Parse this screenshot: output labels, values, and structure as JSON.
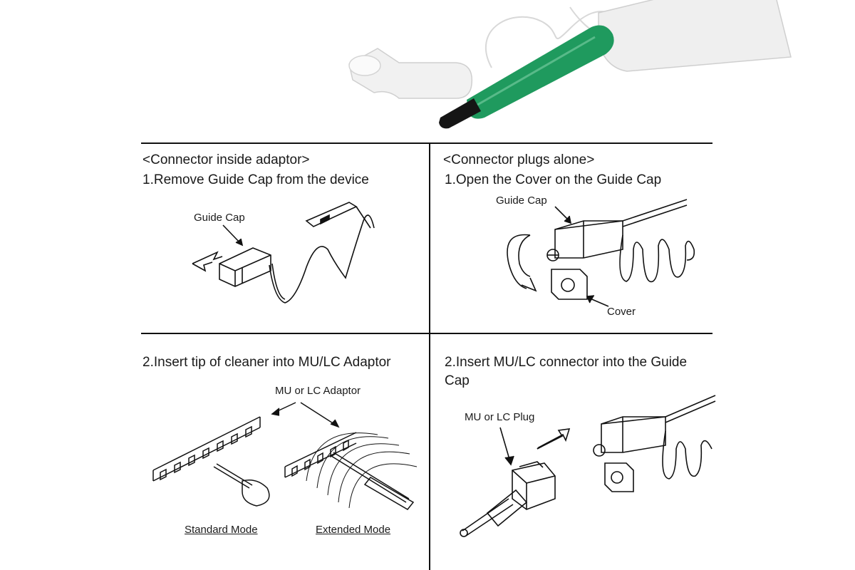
{
  "panels": {
    "top_left": {
      "heading": "<Connector inside adaptor>",
      "step": "1.Remove Guide Cap from the device",
      "label_guide_cap": "Guide Cap"
    },
    "top_right": {
      "heading": "<Connector plugs alone>",
      "step": "1.Open the Cover on the Guide Cap",
      "label_guide_cap": "Guide Cap",
      "label_cover": "Cover"
    },
    "bottom_left": {
      "step": "2.Insert tip of cleaner into MU/LC Adaptor",
      "label_adaptor": "MU or LC Adaptor",
      "caption_standard": "Standard Mode",
      "caption_extended": "Extended Mode"
    },
    "bottom_right": {
      "step": "2.Insert MU/LC connector into the Guide Cap",
      "label_plug": "MU or LC Plug"
    }
  },
  "colors": {
    "cleaner_green": "#1f9a5e",
    "cap_white": "#eeeeee",
    "line": "#111111"
  }
}
